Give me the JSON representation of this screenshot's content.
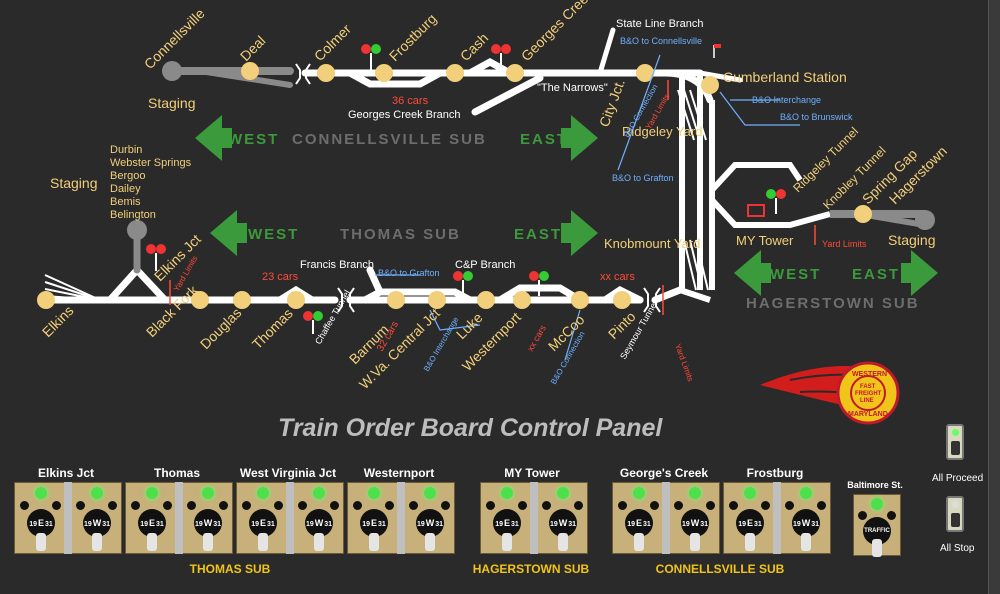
{
  "title": "Train Order Board Control Panel",
  "subdivisions": {
    "connellsville": {
      "west": "West",
      "name": "Connellsville Sub",
      "east": "East"
    },
    "thomas": {
      "west": "West",
      "name": "Thomas Sub",
      "east": "East"
    },
    "hagerstown": {
      "west": "West",
      "name": "Hagerstown Sub",
      "east": "East"
    }
  },
  "top_stations": [
    "Connellsville",
    "Deal",
    "Colmer",
    "Frostburg",
    "Cash",
    "Georges Creek Jct",
    "City Jct.",
    "Cumberland Station"
  ],
  "top_labels": {
    "staging": "Staging",
    "state_line": "State Line Branch",
    "bo_connellsville": "B&O to Connellsville",
    "narrows": "\"The Narrows\"",
    "cars_36": "36 cars",
    "georges_branch": "Georges Creek Branch",
    "bo_connection": "B&O Connection",
    "yard_limits": "Yard Limits",
    "ridgeley_yard": "Ridgeley Yard",
    "bo_grafton": "B&O to Grafton",
    "bo_interchange": "B&O Interchange",
    "bo_brunswick": "B&O to Brunswick"
  },
  "thomas_labels": {
    "staging": "Staging",
    "branches": [
      "Durbin",
      "Webster Springs",
      "Bergoo",
      "Dailey",
      "Bemis",
      "Belington"
    ],
    "stations": [
      "Elkins",
      "Black Fork",
      "Douglas",
      "Thomas",
      "Elkins Jct",
      "Barnum",
      "W.Va. Central Jct",
      "Luke",
      "Westernport",
      "McCoo",
      "Pinto"
    ],
    "cars_23": "23 cars",
    "francis": "Francis Branch",
    "bo_grafton": "B&O to Grafton",
    "cp": "C&P Branch",
    "xx": "xx cars",
    "chaffee": "Chaffee Tunnel",
    "cars_32": "32 cars",
    "bo_interchange": "B&O Interchange",
    "xx2": "xx cars",
    "bo_connection": "B&O Connection",
    "seymour": "Seymour Tunnel",
    "yard_limits": "Yard Limits",
    "yard_limits2": "Yard Limits",
    "knobmount": "Knobmount Yard"
  },
  "east_labels": {
    "ridgeley_tunnel": "Ridgeley Tunnel",
    "knobley": "Knobley Tunnel",
    "spring_gap": "Spring Gap",
    "hagerstown": "Hagerstown",
    "my_tower": "MY Tower",
    "yard_limits": "Yard Limits",
    "staging": "Staging"
  },
  "logo": {
    "line1": "WESTERN",
    "line2": "FAST",
    "line3": "FREIGHT",
    "line4": "LINE",
    "line5": "MARYLAND"
  },
  "levers": [
    {
      "label": "Elkins Jct",
      "a": "E",
      "b": "W"
    },
    {
      "label": "Thomas",
      "a": "E",
      "b": "W"
    },
    {
      "label": "West Virginia Jct",
      "a": "E",
      "b": "W"
    },
    {
      "label": "Westernport",
      "a": "E",
      "b": "W"
    },
    {
      "label": "MY Tower",
      "a": "E",
      "b": "W"
    },
    {
      "label": "George's Creek",
      "a": "E",
      "b": "W"
    },
    {
      "label": "Frostburg",
      "a": "E",
      "b": "W"
    }
  ],
  "lever_nums": {
    "left": "19",
    "right": "31"
  },
  "groups": [
    "THOMAS SUB",
    "HAGERSTOWN SUB",
    "CONNELLSVILLE SUB"
  ],
  "baltimore": {
    "label": "Baltimore St.",
    "text": "TRAFFIC"
  },
  "switches": {
    "all_proceed": "All Proceed",
    "all_stop": "All Stop"
  },
  "colors": {
    "bg": "#2a2a2a",
    "track": "#ffffff",
    "station": "#f2cf7a",
    "arrow": "#3b9a3b",
    "lamp": "#4ce04c",
    "blue": "#6fb0ff",
    "red": "#ff4a3a"
  }
}
